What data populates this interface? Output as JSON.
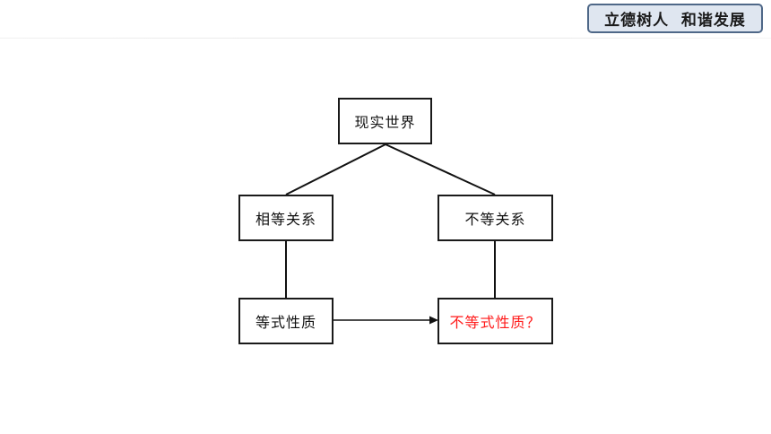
{
  "header": {
    "badge_text": "立德树人  和谐发展"
  },
  "diagram": {
    "root": "现实世界",
    "equal_relation": "相等关系",
    "unequal_relation": "不等关系",
    "equality_properties": "等式性质",
    "inequality_properties": "不等式性质？",
    "highlight_color": "#ff1a1a"
  }
}
